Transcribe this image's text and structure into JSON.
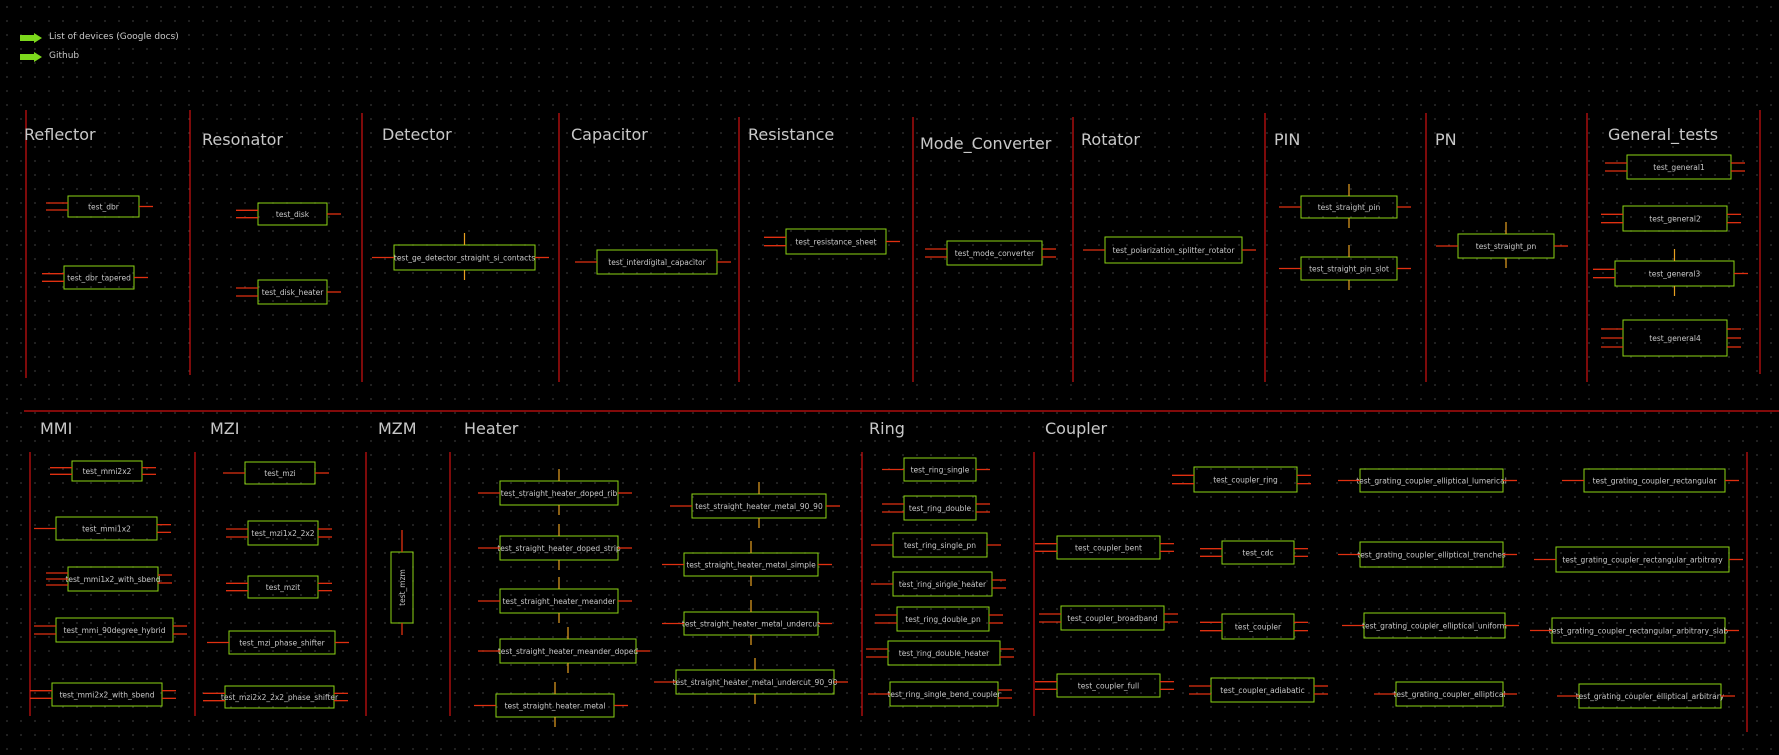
{
  "links": [
    {
      "label": "List of devices (Google docs)",
      "icon": "green-arrow-icon"
    },
    {
      "label": "Github",
      "icon": "green-arrow-icon"
    }
  ],
  "colors": {
    "background": "#000000",
    "divider": "#d01010",
    "cell_outline": "#8bd313",
    "port": "#e03010",
    "pin_marker": "#e8a020",
    "text": "#c8c8c8",
    "link_arrow": "#7cd81c"
  },
  "sections": {
    "reflector": "Reflector",
    "resonator": "Resonator",
    "detector": "Detector",
    "capacitor": "Capacitor",
    "resistance": "Resistance",
    "mode_converter": "Mode_Converter",
    "rotator": "Rotator",
    "pin": "PIN",
    "pn": "PN",
    "general_tests": "General_tests",
    "mmi": "MMI",
    "mzi": "MZI",
    "mzm": "MZM",
    "heater": "Heater",
    "ring": "Ring",
    "coupler": "Coupler"
  },
  "cells": {
    "test_dbr": "test_dbr",
    "test_dbr_tapered": "test_dbr_tapered",
    "test_disk": "test_disk",
    "test_disk_heater": "test_disk_heater",
    "test_ge_detector": "test_ge_detector_straight_si_contacts",
    "test_interdigital_capacitor": "test_interdigital_capacitor",
    "test_resistance_sheet": "test_resistance_sheet",
    "test_mode_converter": "test_mode_converter",
    "test_polarization_splitter_rotator": "test_polarization_splitter_rotator",
    "test_straight_pin": "test_straight_pin",
    "test_straight_pin_slot": "test_straight_pin_slot",
    "test_straight_pn": "test_straight_pn",
    "test_general1": "test_general1",
    "test_general2": "test_general2",
    "test_general3": "test_general3",
    "test_general4": "test_general4",
    "test_mmi2x2": "test_mmi2x2",
    "test_mmi1x2": "test_mmi1x2",
    "test_mmi1x2_with_sbend": "test_mmi1x2_with_sbend",
    "test_mmi_90degree_hybrid": "test_mmi_90degree_hybrid",
    "test_mmi2x2_with_sbend": "test_mmi2x2_with_sbend",
    "test_mzi": "test_mzi",
    "test_mzi1x2_2x2": "test_mzi1x2_2x2",
    "test_mzit": "test_mzit",
    "test_mzi_phase_shifter": "test_mzi_phase_shifter",
    "test_mzi2x2_2x2_phase_shifter": "test_mzi2x2_2x2_phase_shifter",
    "test_mzm": "test_mzm",
    "test_straight_heater_doped_rib": "test_straight_heater_doped_rib",
    "test_straight_heater_doped_strip": "test_straight_heater_doped_strip",
    "test_straight_heater_meander": "test_straight_heater_meander",
    "test_straight_heater_meander_doped": "test_straight_heater_meander_doped",
    "test_straight_heater_metal": "test_straight_heater_metal",
    "test_straight_heater_metal_90_90": "test_straight_heater_metal_90_90",
    "test_straight_heater_metal_simple": "test_straight_heater_metal_simple",
    "test_straight_heater_metal_undercut": "test_straight_heater_metal_undercut",
    "test_straight_heater_metal_undercut_90_90": "test_straight_heater_metal_undercut_90_90",
    "test_ring_single": "test_ring_single",
    "test_ring_double": "test_ring_double",
    "test_ring_single_pn": "test_ring_single_pn",
    "test_ring_single_heater": "test_ring_single_heater",
    "test_ring_double_pn": "test_ring_double_pn",
    "test_ring_double_heater": "test_ring_double_heater",
    "test_ring_single_bend_coupler": "test_ring_single_bend_coupler",
    "test_coupler_bent": "test_coupler_bent",
    "test_coupler_broadband": "test_coupler_broadband",
    "test_coupler_full": "test_coupler_full",
    "test_coupler_ring": "test_coupler_ring",
    "test_cdc": "test_cdc",
    "test_coupler": "test_coupler",
    "test_coupler_adiabatic": "test_coupler_adiabatic",
    "test_gc_elliptical_lumerical": "test_grating_coupler_elliptical_lumerical",
    "test_gc_elliptical_trenches": "test_grating_coupler_elliptical_trenches",
    "test_gc_elliptical_uniform": "test_grating_coupler_elliptical_uniform",
    "test_gc_elliptical": "test_grating_coupler_elliptical",
    "test_gc_rectangular": "test_grating_coupler_rectangular",
    "test_gc_rectangular_arbitrary": "test_grating_coupler_rectangular_arbitrary",
    "test_gc_rectangular_arbitrary_slab": "test_grating_coupler_rectangular_arbitrary_slab",
    "test_gc_elliptical_arbitrary": "test_grating_coupler_elliptical_arbitrary"
  }
}
